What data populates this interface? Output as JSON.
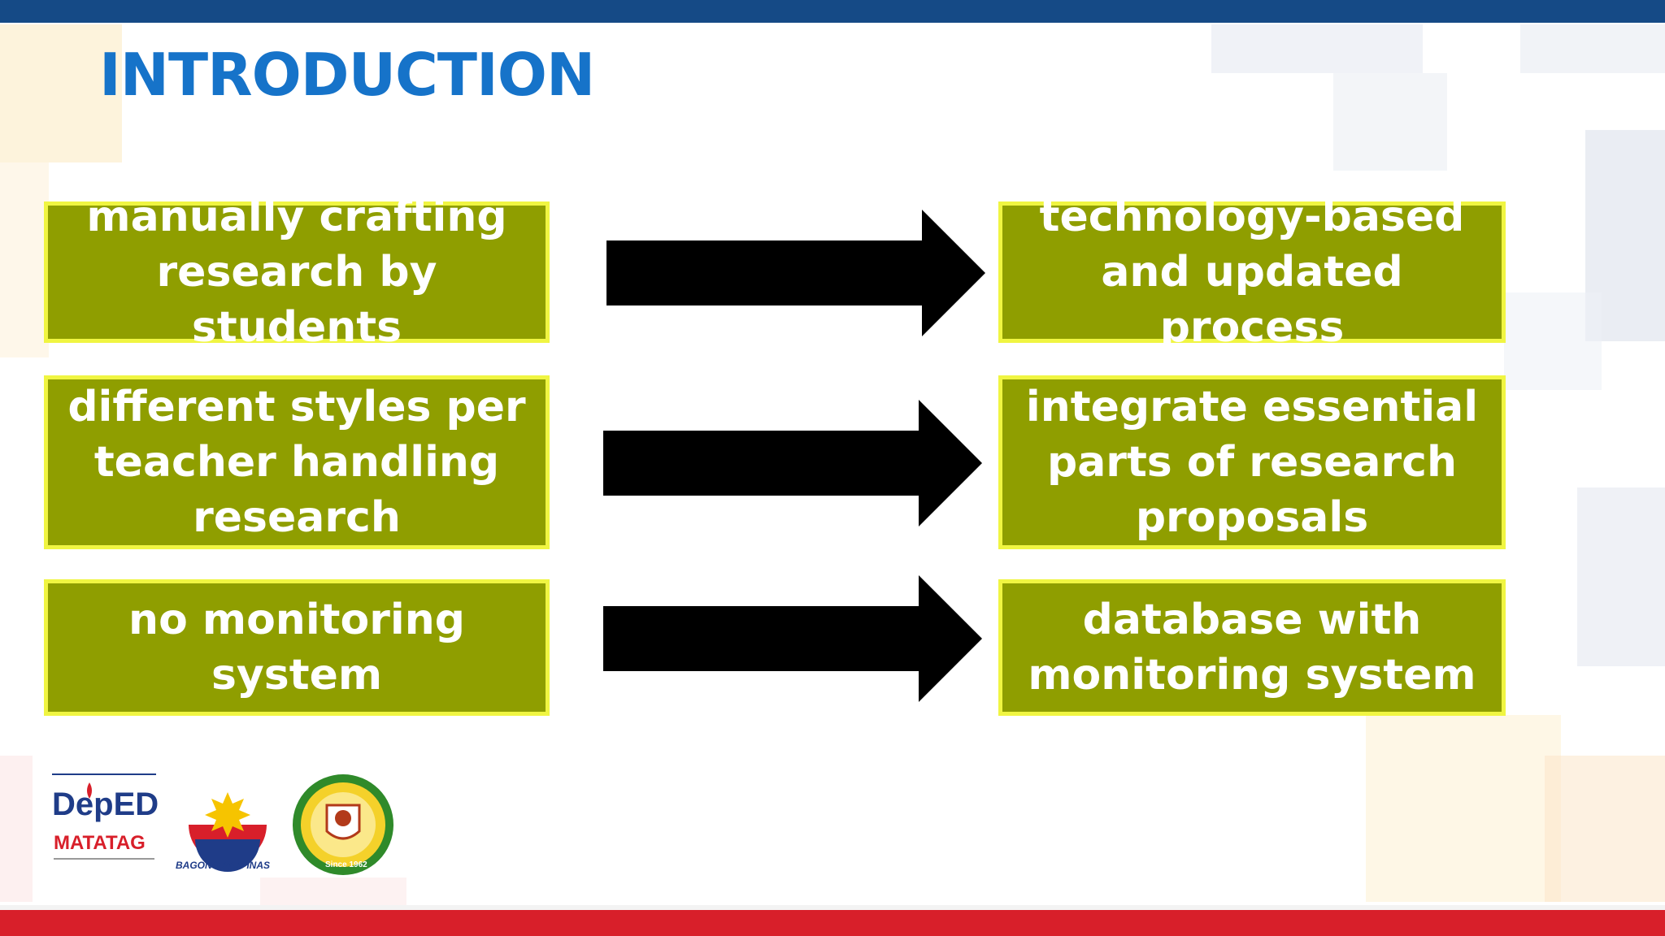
{
  "slide": {
    "title": "INTRODUCTION"
  },
  "rows": [
    {
      "before": "manually crafting research by students",
      "after": "technology-based and updated process"
    },
    {
      "before": "different styles per teacher handling research",
      "after": "integrate essential parts of research proposals"
    },
    {
      "before": "no monitoring system",
      "after": "database with monitoring system"
    }
  ],
  "logos": {
    "deped_text": "DepED",
    "matatag_text": "MATATAG",
    "bagong_text": "BAGONG PILIPINAS",
    "school_seal_caption": "Since 1962"
  },
  "colors": {
    "header_bar": "#154a86",
    "footer_bar": "#d81f2a",
    "title": "#1673c9",
    "box_fill": "#8f9e00",
    "box_border": "#f0f542",
    "arrow": "#000000"
  },
  "icons": [
    "arrow-right-icon",
    "deped-matatag-logo",
    "bagong-pilipinas-logo",
    "school-seal-logo"
  ]
}
